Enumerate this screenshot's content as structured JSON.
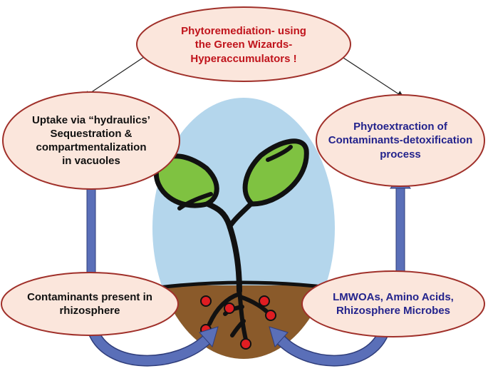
{
  "title": {
    "text": "Phytoremediation- using\nthe Green Wizards-\nHyperaccumulators !",
    "color": "#c0141c"
  },
  "left_top": {
    "text": "Uptake via “hydraulics’\nSequestration &\ncompartmentalization\nin vacuoles",
    "color": "#111111"
  },
  "right_top": {
    "text": "Phytoextraction of\nContaminants-detoxification\nprocess",
    "color": "#23238c"
  },
  "left_bottom": {
    "text": "Contaminants present in\nrhizosphere",
    "color": "#111111"
  },
  "right_bottom": {
    "text": "LMWOAs, Amino Acids,\nRhizosphere Microbes",
    "color": "#23238c"
  },
  "colors": {
    "oval_fill": "#fbe6dc",
    "oval_stroke": "#a0302a",
    "sky": "#b4d6ec",
    "soil": "#8a5a2a",
    "leaf": "#7fc241",
    "stem": "#111111",
    "dot": "#e01d22",
    "arrow": "#5a6fb8",
    "arrow_edge": "#2f3d7a"
  }
}
